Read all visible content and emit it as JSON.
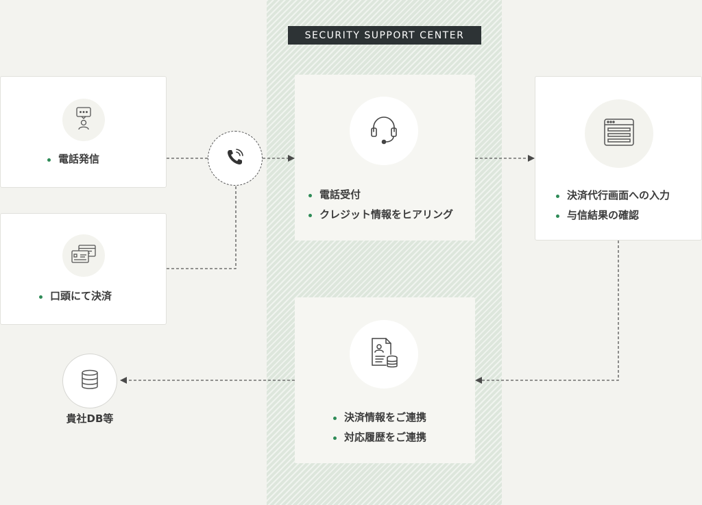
{
  "header": {
    "center_label": "SECURITY SUPPORT CENTER"
  },
  "nodes": {
    "phone_call": {
      "icon": "person-chat-icon",
      "items": [
        "電話発信"
      ]
    },
    "verbal_payment": {
      "icon": "credit-card-icon",
      "items": [
        "口頭にて決済"
      ]
    },
    "call_reception": {
      "icon": "headset-icon",
      "items": [
        "電話受付",
        "クレジット情報をヒアリング"
      ]
    },
    "payment_screen": {
      "icon": "browser-window-icon",
      "items": [
        "決済代行画面への入力",
        "与信結果の確認"
      ]
    },
    "data_link": {
      "icon": "document-database-icon",
      "items": [
        "決済情報をご連携",
        "対応履歴をご連携"
      ]
    },
    "company_db": {
      "icon": "database-icon",
      "label": "貴社DB等"
    },
    "phone_hub": {
      "icon": "phone-ringing-icon"
    }
  },
  "colors": {
    "accent": "#2e8b57",
    "band": "#dde6dc",
    "label_bg": "#2d3335",
    "background": "#f3f3ef"
  }
}
